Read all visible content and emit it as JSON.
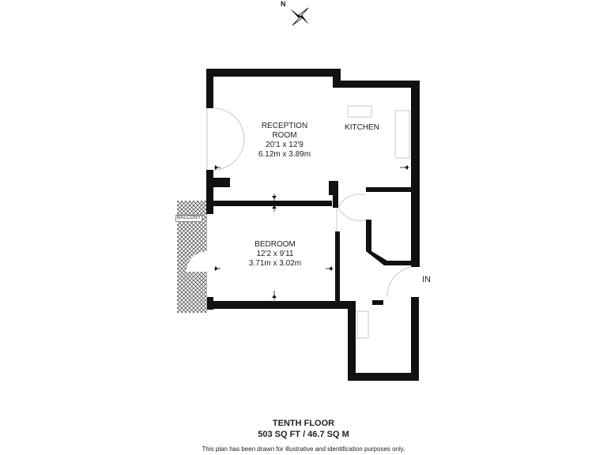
{
  "compass": {
    "north_label": "N",
    "icon": "compass-rose-icon"
  },
  "rooms": {
    "reception": {
      "name_line1": "RECEPTION",
      "name_line2": "ROOM",
      "imperial": "20'1 x 12'9",
      "metric": "6.12m x 3.89m"
    },
    "kitchen": {
      "name": "KITCHEN"
    },
    "bedroom": {
      "name": "BEDROOM",
      "imperial": "12'2 x 9'11",
      "metric": "3.71m x 3.02m"
    },
    "balcony": {
      "name": "BALCONY"
    }
  },
  "entrance": {
    "label": "IN"
  },
  "footer": {
    "floor": "TENTH FLOOR",
    "area": "503 SQ FT / 46.7 SQ M",
    "disclaimer": "This plan has been drawn for illustrative and identification purposes only."
  },
  "colors": {
    "wall": "#111111",
    "hatch": "#555555",
    "fixture": "#bbbbbb"
  }
}
